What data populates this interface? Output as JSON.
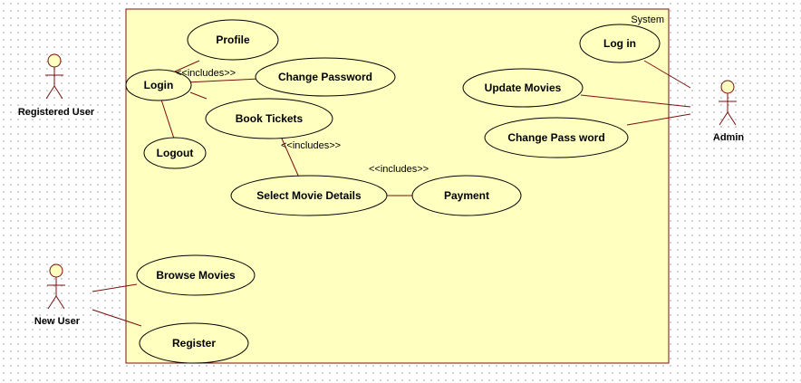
{
  "system": {
    "label": "System"
  },
  "actors": {
    "registered_user": "Registered User",
    "new_user": "New User",
    "admin": "Admin"
  },
  "use_cases": {
    "profile": "Profile",
    "login": "Login",
    "change_password": "Change Password",
    "book_tickets": "Book Tickets",
    "logout": "Logout",
    "select_movie_details": "Select Movie Details",
    "payment": "Payment",
    "log_in": "Log in",
    "update_movies": "Update Movies",
    "change_pass_word": "Change Pass word",
    "browse_movies": "Browse Movies",
    "register": "Register"
  },
  "stereotypes": {
    "login_includes": "<<includes>>",
    "book_includes": "<<includes>>",
    "select_includes": "<<includes>>"
  }
}
